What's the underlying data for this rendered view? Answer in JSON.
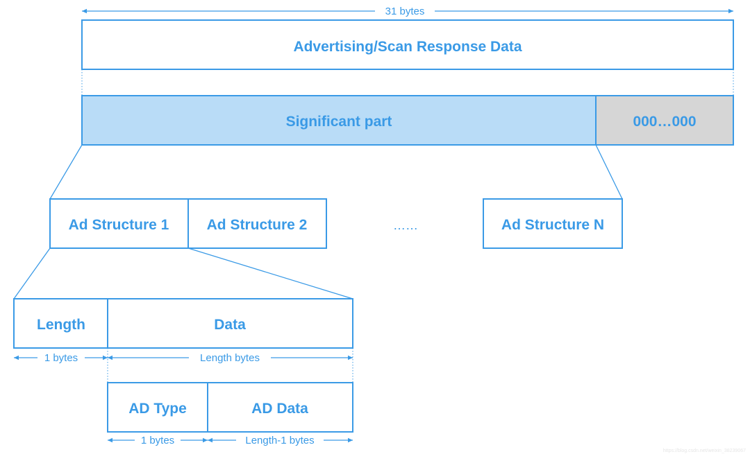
{
  "colors": {
    "stroke": "#3a9ae6",
    "text": "#3a9ae6",
    "significant_fill": "#b9dcf7",
    "padding_fill": "#d6d6d6",
    "background": "#ffffff"
  },
  "top": {
    "dimension": "31 bytes",
    "container_label": "Advertising/Scan Response Data"
  },
  "split": {
    "significant_label": "Significant part",
    "padding_label": "000…000"
  },
  "structures": {
    "items": [
      "Ad Structure 1",
      "Ad Structure 2",
      "Ad Structure N"
    ],
    "ellipsis": "……"
  },
  "ad_structure": {
    "length_label": "Length",
    "data_label": "Data",
    "length_dimension": "1 bytes",
    "data_dimension": "Length bytes"
  },
  "ad_data": {
    "type_label": "AD Type",
    "data_label": "AD Data",
    "type_dimension": "1 bytes",
    "data_dimension": "Length-1 bytes"
  },
  "watermark": "https://blog.csdn.net/weixin_38239067"
}
